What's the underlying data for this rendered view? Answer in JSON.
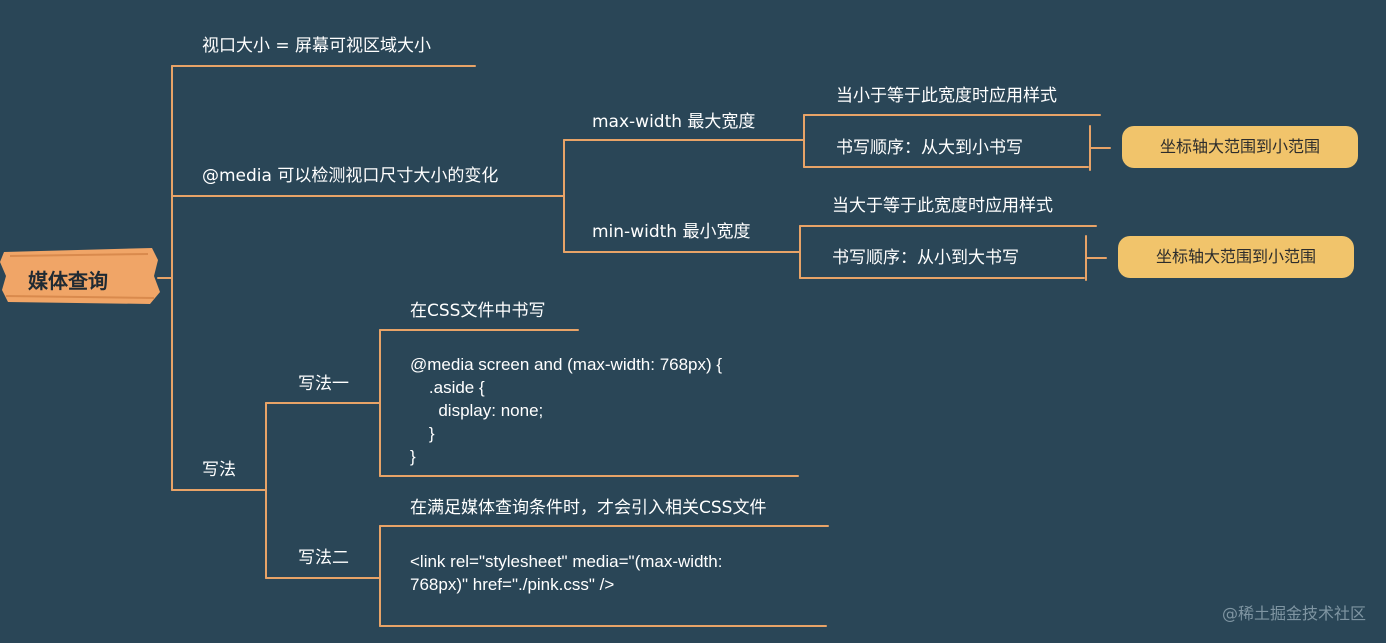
{
  "root": {
    "label": "媒体查询"
  },
  "branches": {
    "viewport": {
      "label": "视口大小 = 屏幕可视区域大小"
    },
    "media": {
      "label": "@media 可以检测视口尺寸大小的变化",
      "max_width": {
        "label": "max-width 最大宽度",
        "rule": "当小于等于此宽度时应用样式",
        "order": "书写顺序：从大到小书写",
        "note": "坐标轴大范围到小范围"
      },
      "min_width": {
        "label": "min-width 最小宽度",
        "rule": "当大于等于此宽度时应用样式",
        "order": "书写顺序：从小到大书写",
        "note": "坐标轴大范围到小范围"
      }
    },
    "syntax": {
      "label": "写法",
      "method1": {
        "label": "写法一",
        "title": "在CSS文件中书写",
        "code": "@media screen and (max-width: 768px) {\n    .aside {\n      display: none;\n    }\n}"
      },
      "method2": {
        "label": "写法二",
        "title": "在满足媒体查询条件时，才会引入相关CSS文件",
        "code": "<link rel=\"stylesheet\" media=\"(max-width:\n768px)\" href=\"./pink.css\" />"
      }
    }
  },
  "watermark": "@稀土掘金技术社区",
  "colors": {
    "background": "#2a4657",
    "line": "#e8a367",
    "root_fill": "#f0a567",
    "note_fill": "#f1c46b"
  }
}
